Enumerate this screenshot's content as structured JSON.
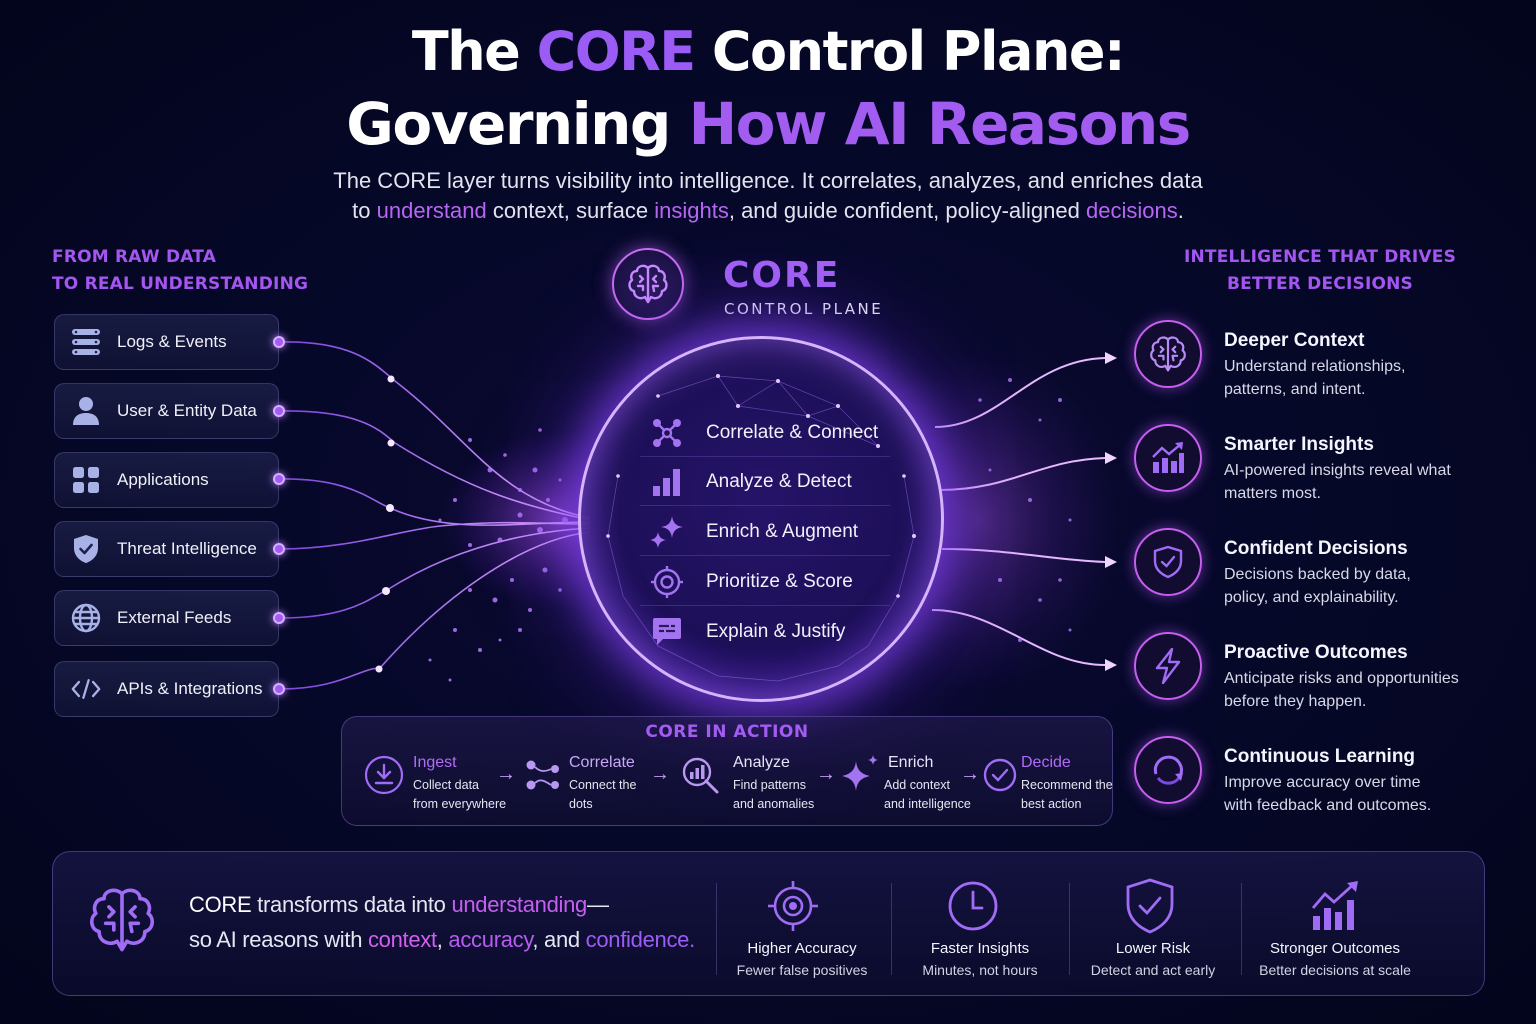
{
  "header": {
    "title_line1": {
      "pre": "The ",
      "accent": "CORE",
      "post": " Control Plane:"
    },
    "title_line2": {
      "pre": "Governing ",
      "accent": "How AI Reasons"
    },
    "subtitle_line1": "The CORE layer turns visibility into intelligence. It correlates, analyzes, and enriches data",
    "subtitle_line2": {
      "p1": "to ",
      "h1": "understand",
      "p2": " context, surface ",
      "h2": "insights",
      "p3": ", and guide confident, policy-aligned ",
      "h3": "decisions",
      "p4": "."
    }
  },
  "left_section": {
    "heading_line1": "FROM RAW DATA",
    "heading_line2": "TO REAL UNDERSTANDING",
    "sources": [
      {
        "label": "Logs & Events",
        "icon": "server-stack-icon"
      },
      {
        "label": "User & Entity Data",
        "icon": "user-icon"
      },
      {
        "label": "Applications",
        "icon": "app-grid-icon"
      },
      {
        "label": "Threat Intelligence",
        "icon": "shield-check-icon"
      },
      {
        "label": "External Feeds",
        "icon": "globe-icon"
      },
      {
        "label": "APIs & Integrations",
        "icon": "code-icon"
      }
    ]
  },
  "core": {
    "name": "CORE",
    "subtitle": "CONTROL PLANE",
    "logo_icon": "brain-icon",
    "capabilities": [
      {
        "label": "Correlate & Connect",
        "icon": "network-nodes-icon"
      },
      {
        "label": "Analyze & Detect",
        "icon": "bar-chart-icon"
      },
      {
        "label": "Enrich & Augment",
        "icon": "sparkle-icon"
      },
      {
        "label": "Prioritize & Score",
        "icon": "target-icon"
      },
      {
        "label": "Explain & Justify",
        "icon": "chat-message-icon"
      }
    ]
  },
  "right_section": {
    "heading_line1": "INTELLIGENCE THAT DRIVES",
    "heading_line2": "BETTER DECISIONS",
    "outcomes": [
      {
        "title": "Deeper Context",
        "desc1": "Understand relationships,",
        "desc2": "patterns, and intent.",
        "icon": "brain-icon"
      },
      {
        "title": "Smarter Insights",
        "desc1": "AI-powered insights reveal what",
        "desc2": "matters most.",
        "icon": "trending-chart-icon"
      },
      {
        "title": "Confident Decisions",
        "desc1": "Decisions backed by data,",
        "desc2": "policy, and explainability.",
        "icon": "shield-check-icon"
      },
      {
        "title": "Proactive Outcomes",
        "desc1": "Anticipate risks and opportunities",
        "desc2": "before they happen.",
        "icon": "lightning-icon"
      },
      {
        "title": "Continuous Learning",
        "desc1": "Improve accuracy over time",
        "desc2": "with feedback and outcomes.",
        "icon": "refresh-cycle-icon"
      }
    ]
  },
  "core_in_action": {
    "title": "CORE IN ACTION",
    "steps": [
      {
        "title": "Ingest",
        "desc1": "Collect data",
        "desc2": "from everywhere",
        "icon": "download-icon"
      },
      {
        "title": "Correlate",
        "desc1": "Connect the",
        "desc2": "dots",
        "icon": "connected-dots-icon"
      },
      {
        "title": "Analyze",
        "desc1": "Find patterns",
        "desc2": "and anomalies",
        "icon": "magnify-chart-icon"
      },
      {
        "title": "Enrich",
        "desc1": "Add context",
        "desc2": "and intelligence",
        "icon": "sparkle-icon"
      },
      {
        "title": "Decide",
        "desc1": "Recommend the",
        "desc2": "best action",
        "icon": "check-circle-icon"
      }
    ],
    "arrow": "→"
  },
  "banner": {
    "line1": {
      "b": "CORE",
      "p1": " transforms data into ",
      "h1": "understanding",
      "p2": "—"
    },
    "line2": {
      "p1": "so AI reasons with ",
      "h1": "context",
      "p2": ", ",
      "h2": "accuracy",
      "p3": ", and ",
      "h3": "confidence."
    },
    "benefits": [
      {
        "title": "Higher Accuracy",
        "desc": "Fewer false positives",
        "icon": "crosshair-icon"
      },
      {
        "title": "Faster Insights",
        "desc": "Minutes, not hours",
        "icon": "clock-icon"
      },
      {
        "title": "Lower Risk",
        "desc": "Detect and act early",
        "icon": "shield-check-icon"
      },
      {
        "title": "Stronger Outcomes",
        "desc": "Better decisions at scale",
        "icon": "growth-chart-icon"
      }
    ]
  },
  "colors": {
    "background": "#050722",
    "accent_purple": "#9b5cf5",
    "highlight_magenta": "#b865f5",
    "sphere_glow": "#8c46ff",
    "ring_pink": "#c65ff0"
  }
}
